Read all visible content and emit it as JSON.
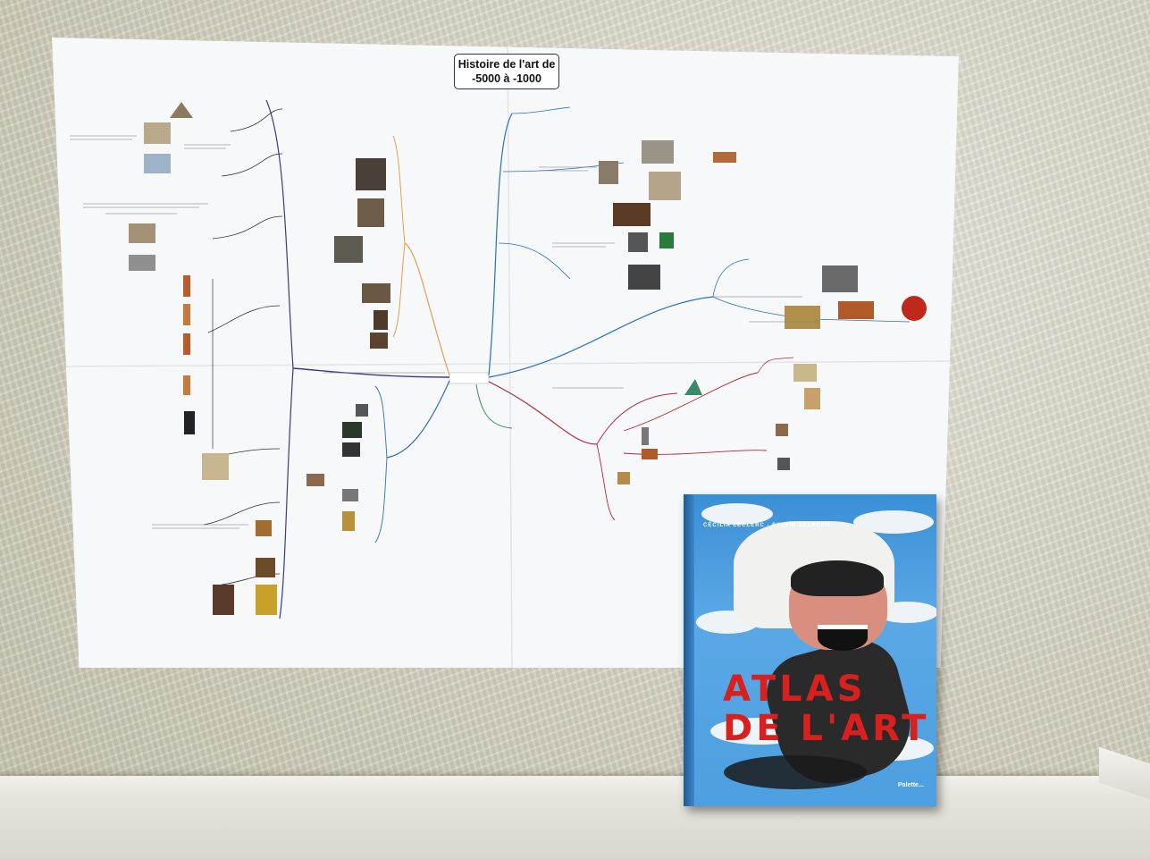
{
  "poster": {
    "title_line1": "Histoire de l'art de",
    "title_line2": "-5000 à -1000"
  },
  "book": {
    "authors": "CÉCILIA LECLERC · SYLVIE DELPECH",
    "title_line1": "ATLAS",
    "title_line2": "DE L'ART",
    "publisher": "Palette..."
  },
  "colors": {
    "wall": "#d9d6c4",
    "poster": "#f7f8f9",
    "branch_left": "#3a3a8a",
    "branch_orange": "#e0a050",
    "branch_blue": "#2a6fbf",
    "branch_red": "#b0283a",
    "branch_green": "#3f8f5a",
    "book_blue": "#4d9fdf",
    "book_title_red": "#d8201f"
  }
}
